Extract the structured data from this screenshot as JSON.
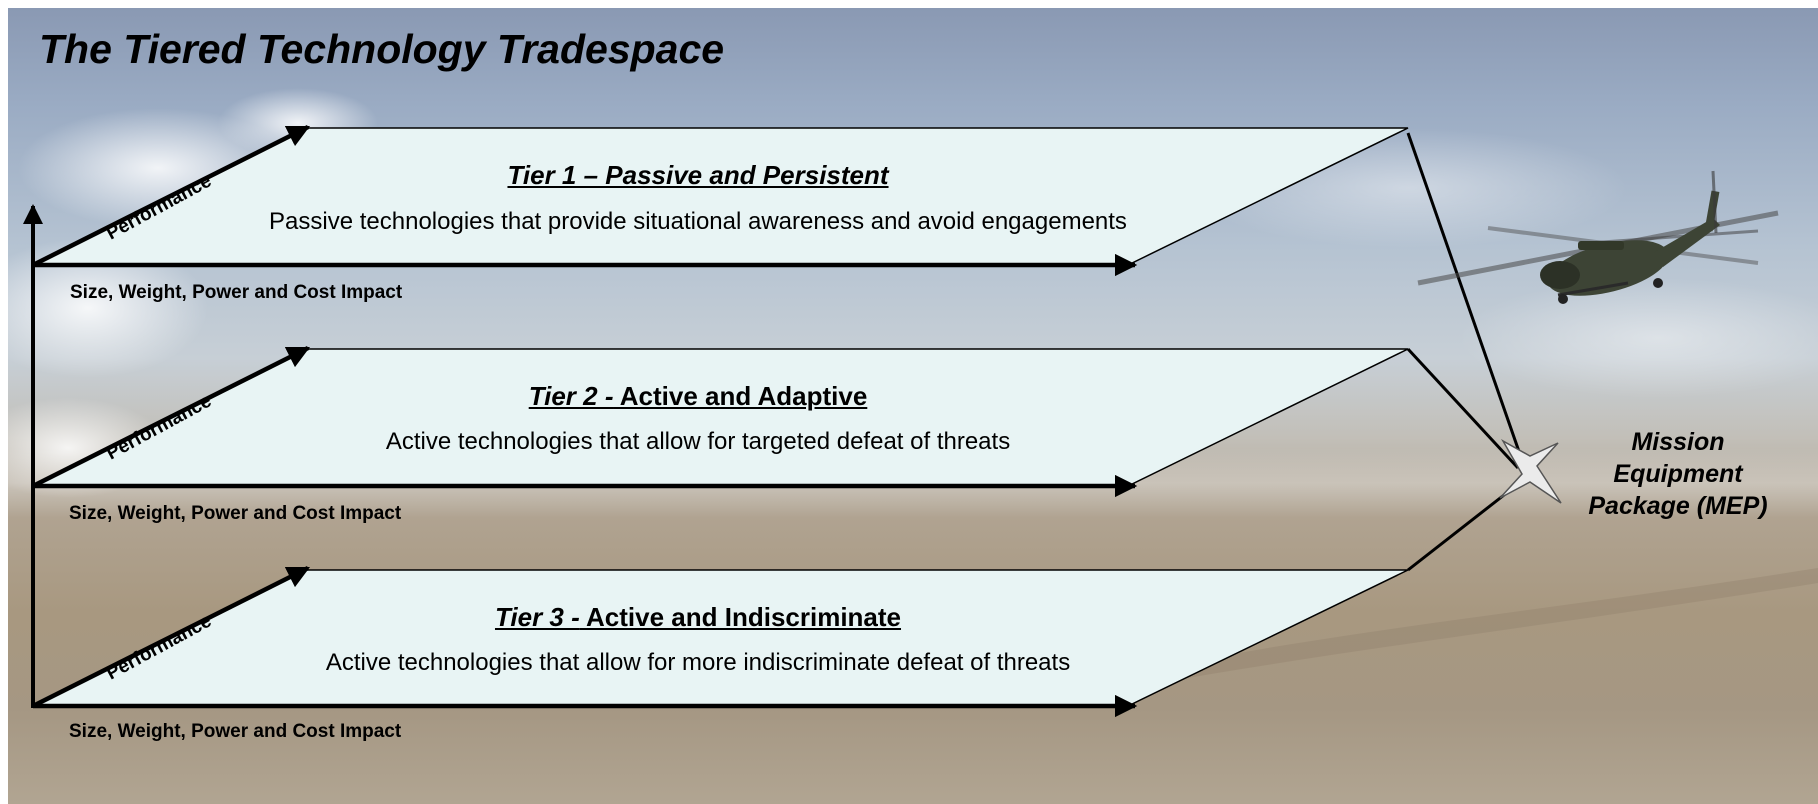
{
  "title": "The Tiered Technology Tradespace",
  "axes": {
    "vertical_label": "Performance",
    "horizontal_label": "Size, Weight, Power and Cost Impact"
  },
  "tiers": [
    {
      "label_prefix": "Tier 1 – Passive and Persistent",
      "label_suffix": "",
      "description": "Passive technologies that provide situational awareness and avoid engagements"
    },
    {
      "label_prefix": "Tier 2 -",
      "label_suffix": " Active and Adaptive",
      "description": "Active technologies that allow for targeted defeat of threats"
    },
    {
      "label_prefix": "Tier 3 -",
      "label_suffix": " Active and Indiscriminate",
      "description": "Active technologies that allow for more indiscriminate defeat of threats"
    }
  ],
  "mep": {
    "line1": "Mission",
    "line2": "Equipment",
    "line3": "Package (MEP)"
  },
  "colors": {
    "plane_fill": "#e8f4f4",
    "plane_stroke": "#000000",
    "star_fill": "#ebebeb"
  },
  "icons": {
    "helicopter": "helicopter-image"
  }
}
